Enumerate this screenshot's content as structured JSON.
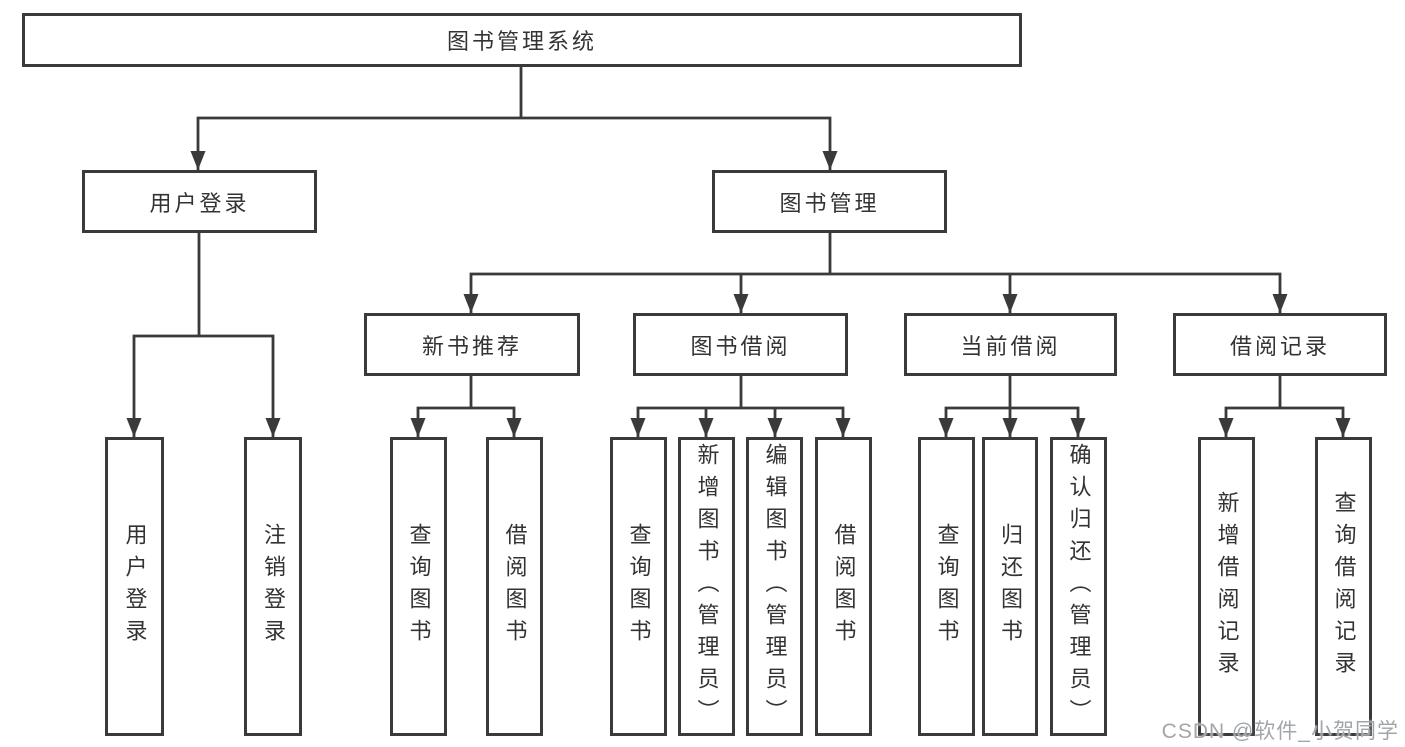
{
  "page": {
    "background_color": "#ffffff",
    "line_color": "#3a3a3a",
    "text_color": "#333333"
  },
  "diagram": {
    "type": "tree",
    "root": {
      "label": "图书管理系统"
    },
    "level2": [
      {
        "label": "用户登录",
        "parent": "图书管理系统"
      },
      {
        "label": "图书管理",
        "parent": "图书管理系统"
      }
    ],
    "level3": [
      {
        "label": "新书推荐",
        "parent": "图书管理"
      },
      {
        "label": "图书借阅",
        "parent": "图书管理"
      },
      {
        "label": "当前借阅",
        "parent": "图书管理"
      },
      {
        "label": "借阅记录",
        "parent": "图书管理"
      }
    ],
    "leaves": [
      {
        "label": "用户登录",
        "parent": "用户登录"
      },
      {
        "label": "注销登录",
        "parent": "用户登录"
      },
      {
        "label": "查询图书",
        "parent": "新书推荐"
      },
      {
        "label": "借阅图书",
        "parent": "新书推荐"
      },
      {
        "label": "查询图书",
        "parent": "图书借阅"
      },
      {
        "label": "新增图书（管理员）",
        "parent": "图书借阅"
      },
      {
        "label": "编辑图书（管理员）",
        "parent": "图书借阅"
      },
      {
        "label": "借阅图书",
        "parent": "图书借阅"
      },
      {
        "label": "查询图书",
        "parent": "当前借阅"
      },
      {
        "label": "归还图书",
        "parent": "当前借阅"
      },
      {
        "label": "确认归还（管理员）",
        "parent": "当前借阅"
      },
      {
        "label": "新增借阅记录",
        "parent": "借阅记录"
      },
      {
        "label": "查询借阅记录",
        "parent": "借阅记录"
      }
    ]
  },
  "watermark": {
    "text": "CSDN @软件_小贺同学",
    "color": "#a2a5a9"
  }
}
